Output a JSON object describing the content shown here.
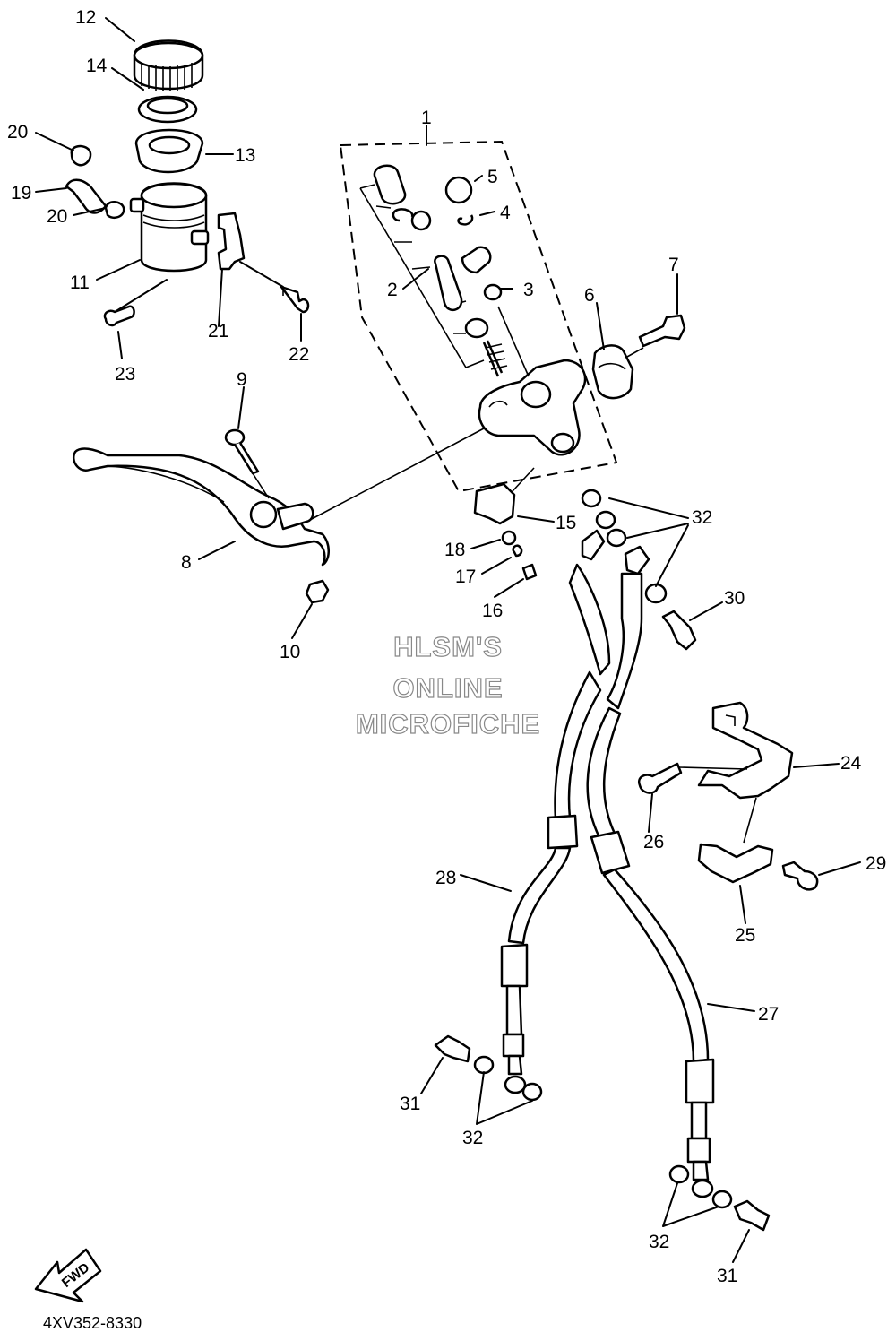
{
  "parts": [
    {
      "n": "1"
    },
    {
      "n": "2"
    },
    {
      "n": "3"
    },
    {
      "n": "4"
    },
    {
      "n": "5"
    },
    {
      "n": "6"
    },
    {
      "n": "7"
    },
    {
      "n": "8"
    },
    {
      "n": "9"
    },
    {
      "n": "10"
    },
    {
      "n": "11"
    },
    {
      "n": "12"
    },
    {
      "n": "13"
    },
    {
      "n": "14"
    },
    {
      "n": "15"
    },
    {
      "n": "16"
    },
    {
      "n": "17"
    },
    {
      "n": "18"
    },
    {
      "n": "19"
    },
    {
      "n": "20"
    },
    {
      "n": "20"
    },
    {
      "n": "21"
    },
    {
      "n": "22"
    },
    {
      "n": "23"
    },
    {
      "n": "24"
    },
    {
      "n": "25"
    },
    {
      "n": "26"
    },
    {
      "n": "27"
    },
    {
      "n": "28"
    },
    {
      "n": "29"
    },
    {
      "n": "30"
    },
    {
      "n": "31"
    },
    {
      "n": "31"
    },
    {
      "n": "32"
    },
    {
      "n": "32"
    },
    {
      "n": "32"
    }
  ],
  "watermark": {
    "line1": "HLSM'S",
    "line2": "ONLINE",
    "line3": "MICROFICHE"
  },
  "fwd_label": "FWD",
  "diagram_code": "4XV352-8330"
}
